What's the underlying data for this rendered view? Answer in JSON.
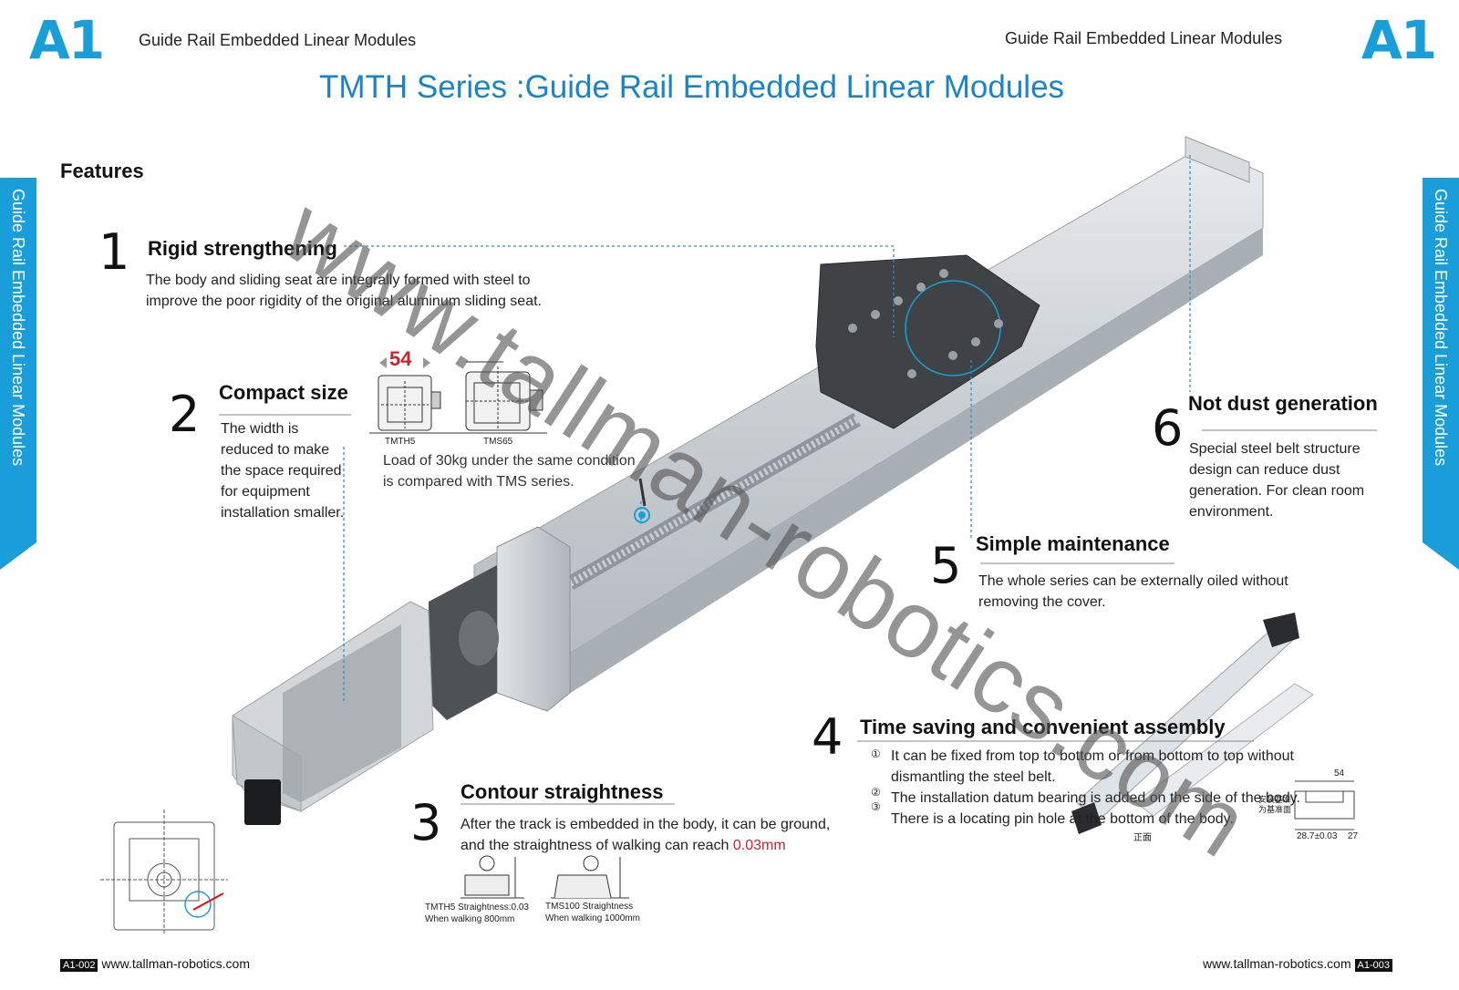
{
  "header": {
    "badge_left": "A1",
    "badge_right": "A1",
    "subtitle_left": "Guide Rail Embedded Linear Modules",
    "subtitle_right": "Guide Rail Embedded Linear Modules"
  },
  "title": "TMTH  Series :Guide Rail Embedded Linear Modules",
  "side_tab_text": "Guide Rail Embedded Linear Modules",
  "features_heading": "Features",
  "features": [
    {
      "num": "1",
      "title": "Rigid strengthening",
      "lines": [
        "The body and sliding seat are integrally formed with steel to",
        "improve the poor rigidity of the original aluminum sliding seat."
      ]
    },
    {
      "num": "2",
      "title": "Compact size",
      "lines": [
        "The width is",
        "reduced to make",
        "the space required",
        "for equipment",
        "installation smaller."
      ]
    },
    {
      "num": "3",
      "title": "Contour straightness",
      "lines": [
        "After the track is embedded in the body, it can be ground,",
        "and the straightness of walking can reach "
      ],
      "highlight": "0.03mm"
    },
    {
      "num": "4",
      "title": "Time saving and convenient assembly",
      "items": [
        {
          "marker": "①",
          "lines": [
            "It can be fixed from top to bottom or from bottom to top without",
            "dismantling the steel belt."
          ]
        },
        {
          "marker": "②",
          "lines": []
        },
        {
          "marker": "③",
          "lines": [
            "The installation datum bearing is added on the side of the body.",
            "There is a locating pin hole at the bottom of the body."
          ]
        }
      ]
    },
    {
      "num": "5",
      "title": "Simple maintenance",
      "lines": [
        "The whole series can be externally oiled without",
        "removing the cover."
      ]
    },
    {
      "num": "6",
      "title": "Not dust generation",
      "lines": [
        "Special steel belt structure",
        "design can reduce dust",
        "generation. For clean room",
        "environment."
      ]
    }
  ],
  "compact": {
    "width_value": "54",
    "label_a": "TMTH5",
    "label_b": "TMS65",
    "note_lines": [
      "Load of 30kg under the same condition",
      "is compared with TMS series."
    ]
  },
  "straightness": {
    "a_lines": [
      "TMTH5 Straightness:0.03",
      "When walking 800mm"
    ],
    "b_lines": [
      "TMS100 Straightness",
      "When walking 1000mm"
    ]
  },
  "assembly_drawing": {
    "dim_top": "54",
    "dim_left": "28.7±0.03",
    "dim_right": "27",
    "front_label": "正面",
    "datum_label_1": "安装基准",
    "datum_label_2": "为基准面"
  },
  "watermark": "www.tallman-robotics.com",
  "footer": {
    "left_tag": "A1-002",
    "left_url": "www.tallman-robotics.com",
    "right_url": "www.tallman-robotics.com",
    "right_tag": "A1-003"
  },
  "colors": {
    "accent": "#1a9ed9",
    "title": "#1b84c6",
    "highlight": "#c0272d",
    "watermark": "#555555"
  }
}
